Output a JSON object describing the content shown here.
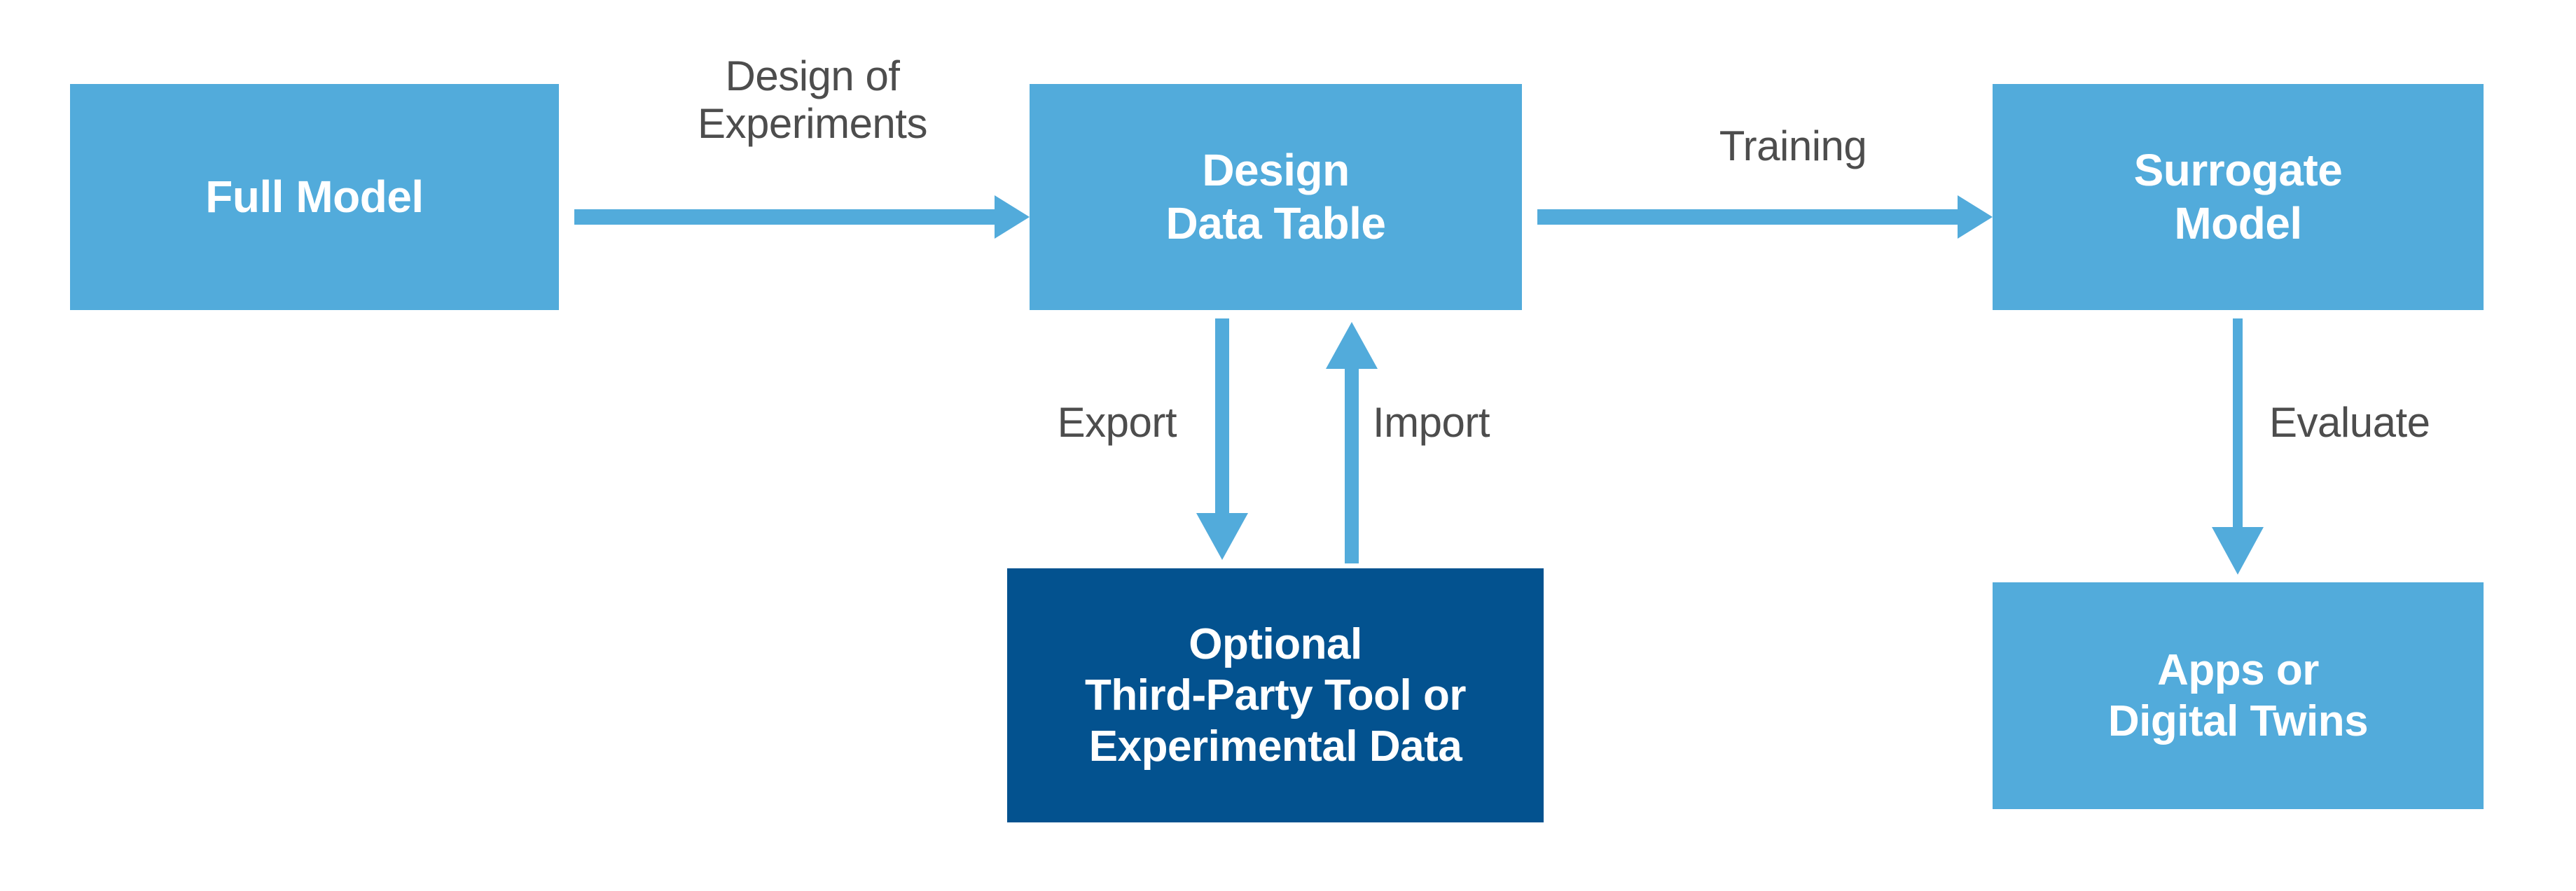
{
  "diagram": {
    "title": "Surrogate Model Workflow",
    "background_color": "#ffffff",
    "colors": {
      "light_blue": "#52abdb",
      "dark_blue": "#03528f",
      "label_text": "#4d4d4d",
      "node_text": "#ffffff",
      "arrow": "#52abdb"
    },
    "nodes": [
      {
        "id": "full-model",
        "label": "Full Model",
        "style": "light"
      },
      {
        "id": "design-data-table",
        "label": "Design\nData Table",
        "style": "light"
      },
      {
        "id": "surrogate-model",
        "label": "Surrogate\nModel",
        "style": "light"
      },
      {
        "id": "third-party",
        "label": "Optional\nThird-Party Tool or\nExperimental Data",
        "style": "dark"
      },
      {
        "id": "apps",
        "label": "Apps or\nDigital Twins",
        "style": "light"
      }
    ],
    "edges": [
      {
        "id": "doe",
        "label": "Design of\nExperiments",
        "from": "full-model",
        "to": "design-data-table",
        "direction": "right"
      },
      {
        "id": "training",
        "label": "Training",
        "from": "design-data-table",
        "to": "surrogate-model",
        "direction": "right"
      },
      {
        "id": "export",
        "label": "Export",
        "from": "design-data-table",
        "to": "third-party",
        "direction": "down"
      },
      {
        "id": "import",
        "label": "Import",
        "from": "third-party",
        "to": "design-data-table",
        "direction": "up"
      },
      {
        "id": "evaluate",
        "label": "Evaluate",
        "from": "surrogate-model",
        "to": "apps",
        "direction": "down"
      }
    ]
  }
}
